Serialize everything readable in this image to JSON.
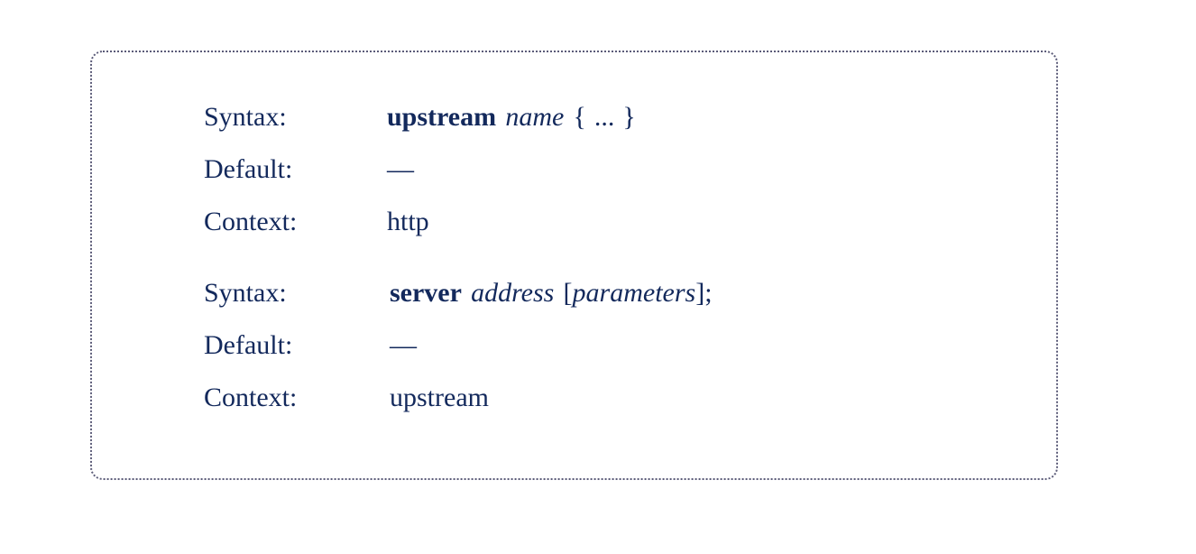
{
  "page": {
    "background_color": "#ffffff",
    "text_color": "#13295c",
    "border_color": "#5b5b78"
  },
  "card": {
    "border_style": "dotted",
    "corner_radius": "14px"
  },
  "blocks": [
    {
      "id": "upstream",
      "rows": [
        {
          "label": "Syntax:",
          "value_plain": "upstream name { ... }",
          "parts": {
            "keyword": "upstream",
            "argument": "name",
            "brace_open": "{",
            "ellipsis": "...",
            "brace_close": "}"
          }
        },
        {
          "label": "Default:",
          "value_plain": "—",
          "parts": {
            "dash": "—"
          }
        },
        {
          "label": "Context:",
          "value_plain": "http",
          "parts": {
            "context": "http"
          }
        }
      ]
    },
    {
      "id": "server",
      "rows": [
        {
          "label": "Syntax:",
          "value_plain": "server address [parameters];",
          "parts": {
            "keyword": "server",
            "argument": "address",
            "bracket_open": "[",
            "optional": "parameters",
            "bracket_close": "]",
            "semicolon": ";"
          }
        },
        {
          "label": "Default:",
          "value_plain": "—",
          "parts": {
            "dash": "—"
          }
        },
        {
          "label": "Context:",
          "value_plain": "upstream",
          "parts": {
            "context": "upstream"
          }
        }
      ]
    }
  ]
}
